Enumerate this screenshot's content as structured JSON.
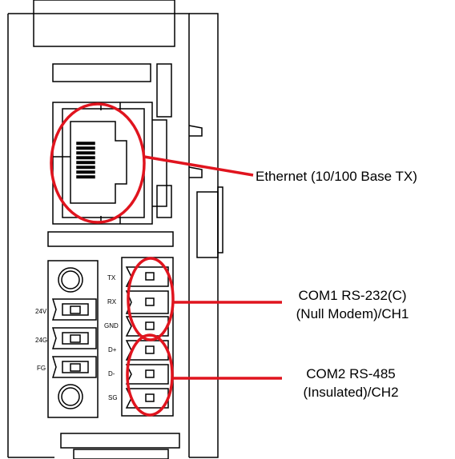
{
  "colors": {
    "line": "#000000",
    "highlight": "#e0141e",
    "background": "#ffffff"
  },
  "left_terminal": {
    "labels": [
      "24V",
      "24G",
      "FG"
    ]
  },
  "right_terminal": {
    "labels": [
      "TX",
      "RX",
      "GND",
      "D+",
      "D-",
      "SG"
    ]
  },
  "callouts": {
    "ethernet": {
      "line1": "Ethernet (10/100 Base TX)"
    },
    "com1": {
      "line1": "COM1 RS-232(C)",
      "line2": "(Null Modem)/CH1"
    },
    "com2": {
      "line1": "COM2 RS-485",
      "line2": "(Insulated)/CH2"
    }
  }
}
